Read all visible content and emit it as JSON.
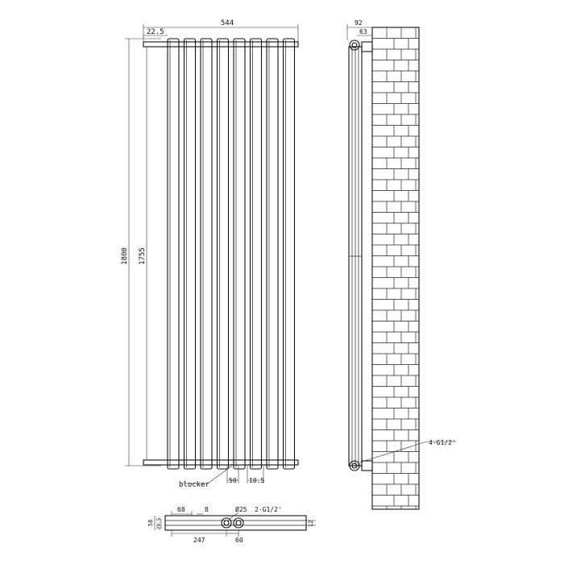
{
  "front_view": {
    "dim_total_width": "544",
    "dim_edge_gap": "22.5",
    "dim_total_height": "1800",
    "dim_panel_height": "1755",
    "label_blocker": "blocker",
    "dim_bottom_50": "50",
    "dim_bottom_small": "10.5"
  },
  "side_view": {
    "dim_depth": "92",
    "dim_wall_gap": "63",
    "label_connection": "4-G1/2'"
  },
  "bottom_view": {
    "dim_68": "68",
    "dim_8": "8",
    "dim_pipe_diameter": "Ø25",
    "label_pipe_connection": "2-G1/2'",
    "dim_left_depth": "58",
    "dim_inner_depth": "29.5",
    "dim_right_12": "12",
    "dim_247": "247",
    "dim_60": "60"
  }
}
